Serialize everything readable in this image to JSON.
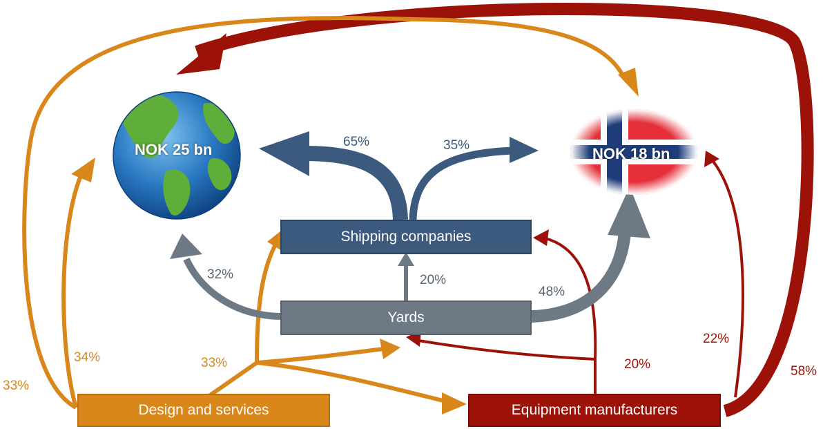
{
  "nodes": {
    "world_label": "NOK 25 bn",
    "norway_label": "NOK 18 bn",
    "shipping": "Shipping companies",
    "yards": "Yards",
    "design": "Design and services",
    "equipment": "Equipment manufacturers"
  },
  "percentages": {
    "shipping_world": "65%",
    "shipping_norway": "35%",
    "yards_world": "32%",
    "yards_shipping": "20%",
    "yards_norway": "48%",
    "design_norway": "33%",
    "design_world": "34%",
    "design_distribution": "33%",
    "equipment_norway": "22%",
    "equipment_yards": "20%",
    "equipment_world": "58%"
  },
  "colors": {
    "shipping": "#3b5a7e",
    "yards": "#6d7a86",
    "design": "#d9861b",
    "equipment": "#9c1208",
    "design_text": "#d9861b",
    "equipment_text": "#9c1208",
    "neutral_text": "#5a6470",
    "shipping_text": "#3b5a7e"
  },
  "icons": {
    "world": "globe-icon",
    "norway": "norway-flag-icon"
  }
}
